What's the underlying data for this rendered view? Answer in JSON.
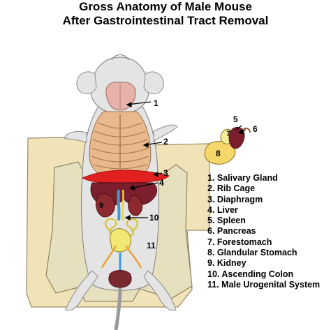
{
  "title": {
    "line1": "Gross Anatomy of Male Mouse",
    "line2": "After Gastrointestinal Tract Removal"
  },
  "callouts": {
    "n1": "1",
    "n2": "2",
    "n3": "3",
    "n4": "4",
    "n5": "5",
    "n6": "6",
    "n7": "7",
    "n8": "8",
    "n9": "9",
    "n10": "10",
    "n11": "11"
  },
  "legend": [
    "1. Salivary Gland",
    "2. Rib Cage",
    "3. Diaphragm",
    "4. Liver",
    "5. Spleen",
    "6. Pancreas",
    "7. Forestomach",
    "8. Glandular Stomach",
    "9. Kidney",
    "10. Ascending Colon",
    "11. Male Urogenital System"
  ],
  "colors": {
    "board": "#f1e3b8",
    "mouse_fur": "#e4e4e4",
    "skin_flap": "#e6e0bf",
    "salivary_gland": "#e7b2a9",
    "rib_cage": "#e8b98d",
    "diaphragm": "#e32020",
    "liver": "#7a1f2b",
    "kidney": "#8c2a2f",
    "colon": "#3a9ad8",
    "bladder": "#f1e873",
    "spleen": "#7a1f2b",
    "glandular_stomach": "#f5d66a"
  }
}
